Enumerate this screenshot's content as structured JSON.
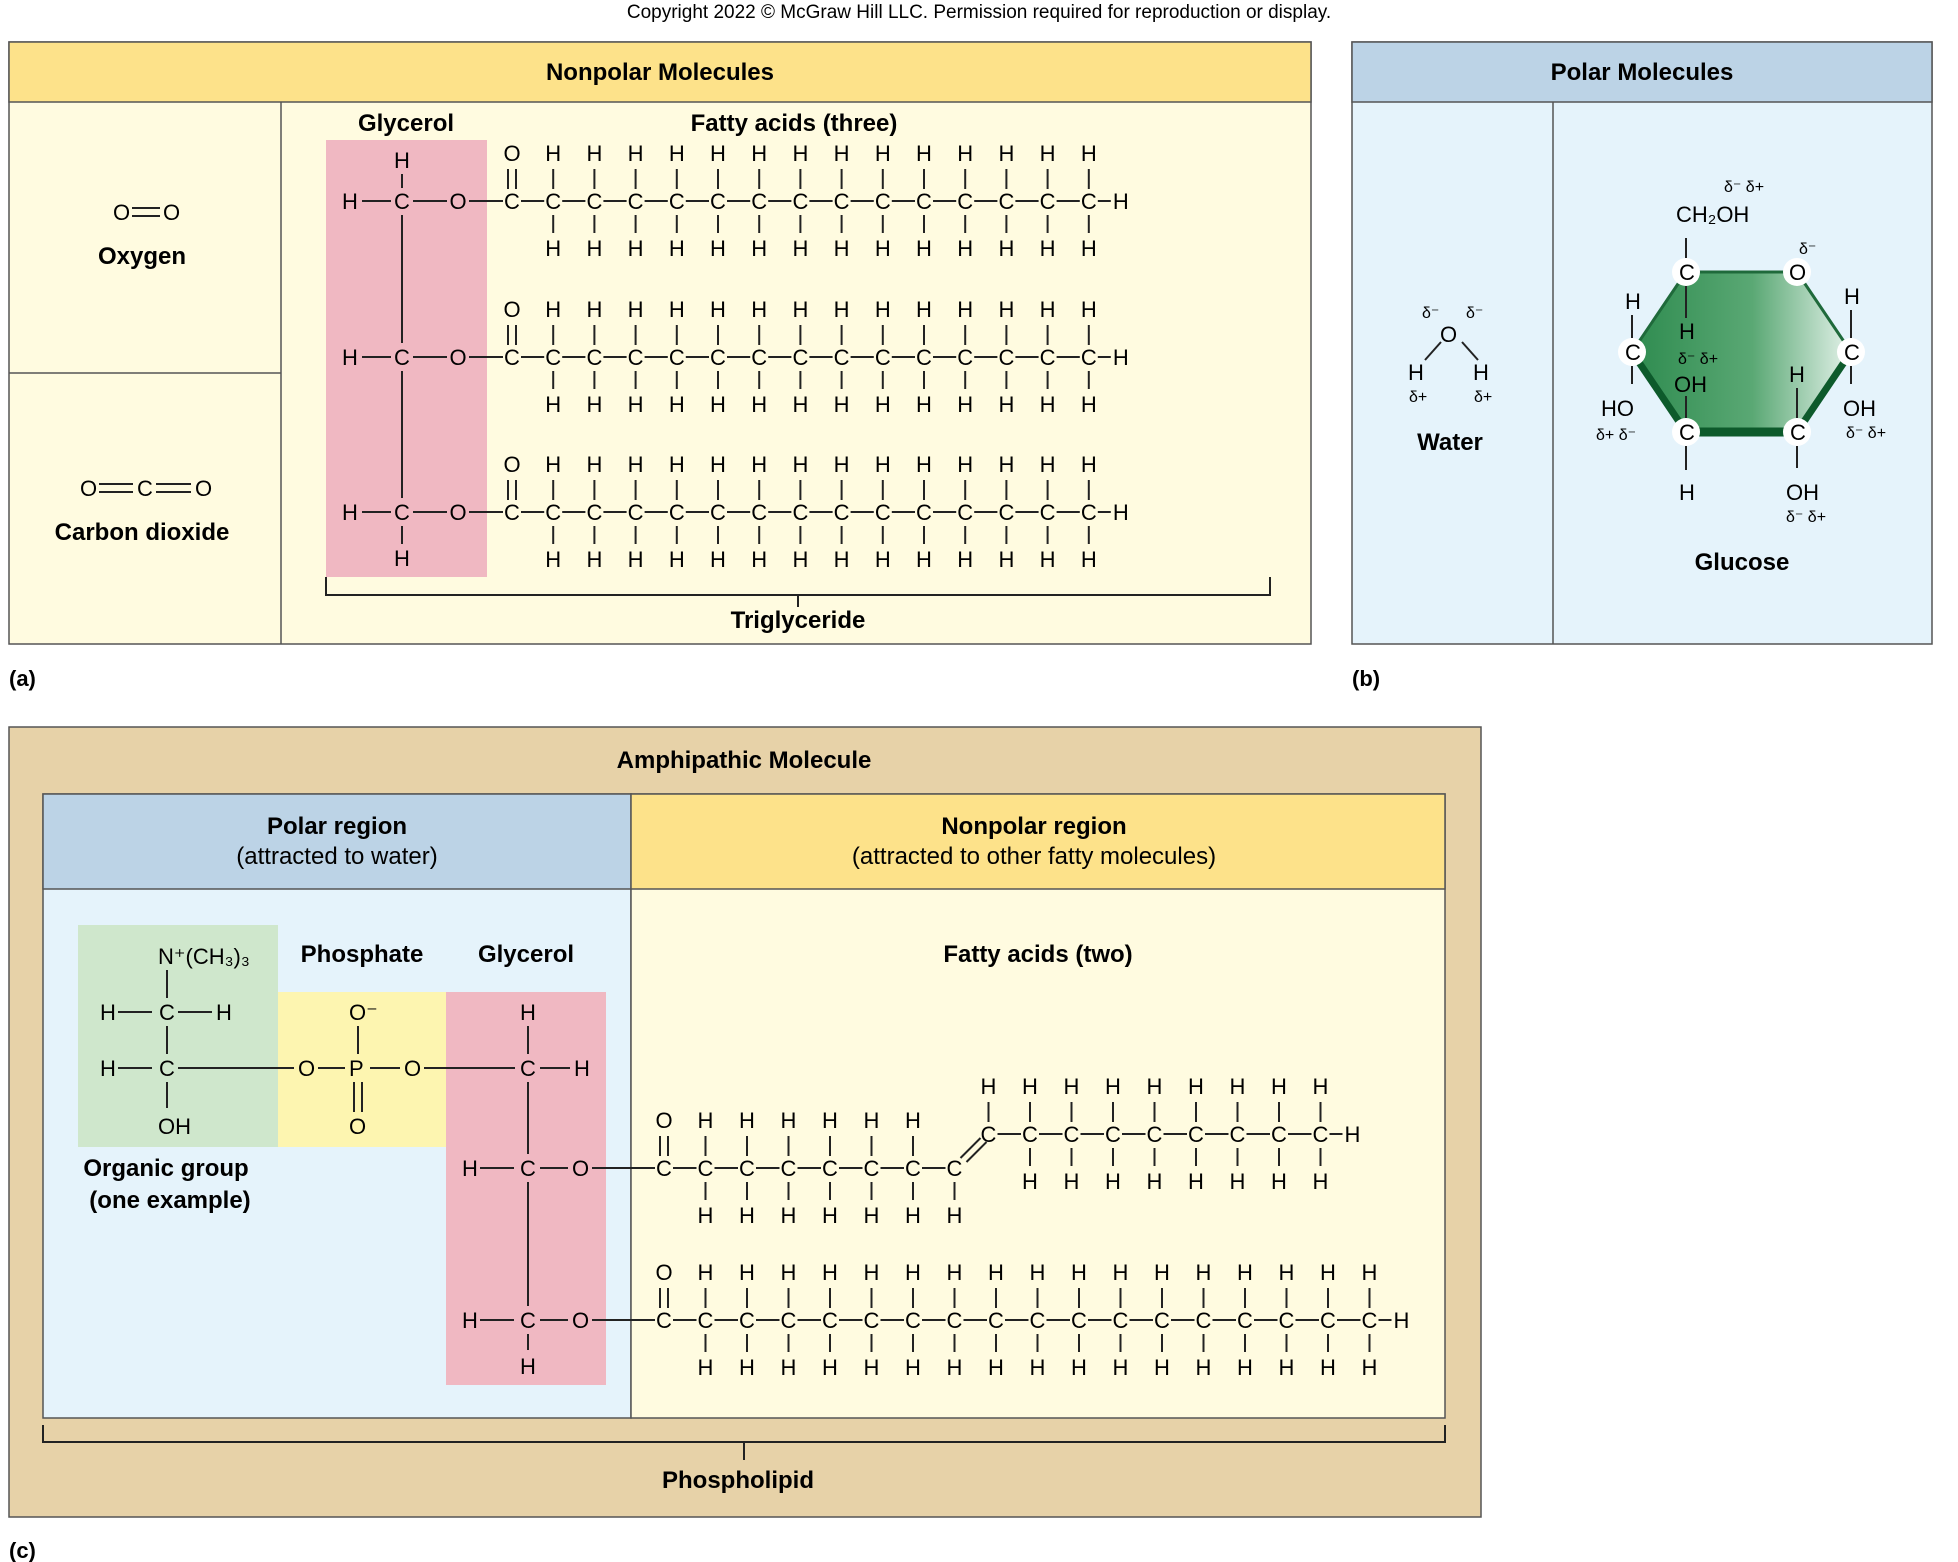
{
  "copyright": "Copyright 2022 © McGraw Hill LLC. Permission required for reproduction or display.",
  "panel_a": {
    "label": "(a)",
    "title": "Nonpolar Molecules",
    "oxygen_formula": "O═O",
    "oxygen_label": "Oxygen",
    "co2_formula": "O═C═O",
    "co2_label": "Carbon dioxide",
    "glycerol_label": "Glycerol",
    "fatty_acids_label": "Fatty acids (three)",
    "triglyceride_label": "Triglyceride"
  },
  "panel_b": {
    "label": "(b)",
    "title": "Polar Molecules",
    "water_label": "Water",
    "glucose_label": "Glucose",
    "ch2oh": "CH₂OH",
    "delta_minus": "δ⁻",
    "delta_plus": "δ+",
    "delta_pair": "δ⁻ δ+",
    "delta_pair_rev": "δ+ δ⁻"
  },
  "panel_c": {
    "label": "(c)",
    "title": "Amphipathic Molecule",
    "polar_region": "Polar region",
    "polar_region_sub": "(attracted to water)",
    "nonpolar_region": "Nonpolar region",
    "nonpolar_region_sub": "(attracted to other fatty molecules)",
    "organic_group": "Organic group",
    "organic_group_sub": "(one example)",
    "choline": "N⁺(CH₃)₃",
    "phosphate_label": "Phosphate",
    "glycerol_label": "Glycerol",
    "fatty_acids_label": "Fatty acids (two)",
    "phospholipid_label": "Phospholipid"
  },
  "atoms": {
    "C": "C",
    "H": "H",
    "O": "O",
    "P": "P",
    "OH": "OH",
    "HO": "HO",
    "O_minus": "O⁻"
  },
  "colors": {
    "nonpolar_header": "#fde28a",
    "nonpolar_bg": "#fffbe0",
    "polar_header": "#bcd3e6",
    "polar_bg": "#e5f3fb",
    "amphipathic_bg": "#e7d2a8",
    "glycerol_pink": "#f0b8c2",
    "organic_green": "#cfe7cc",
    "phosphate_yellow": "#fdf5b0",
    "glucose_green": "#2e8b4f"
  }
}
